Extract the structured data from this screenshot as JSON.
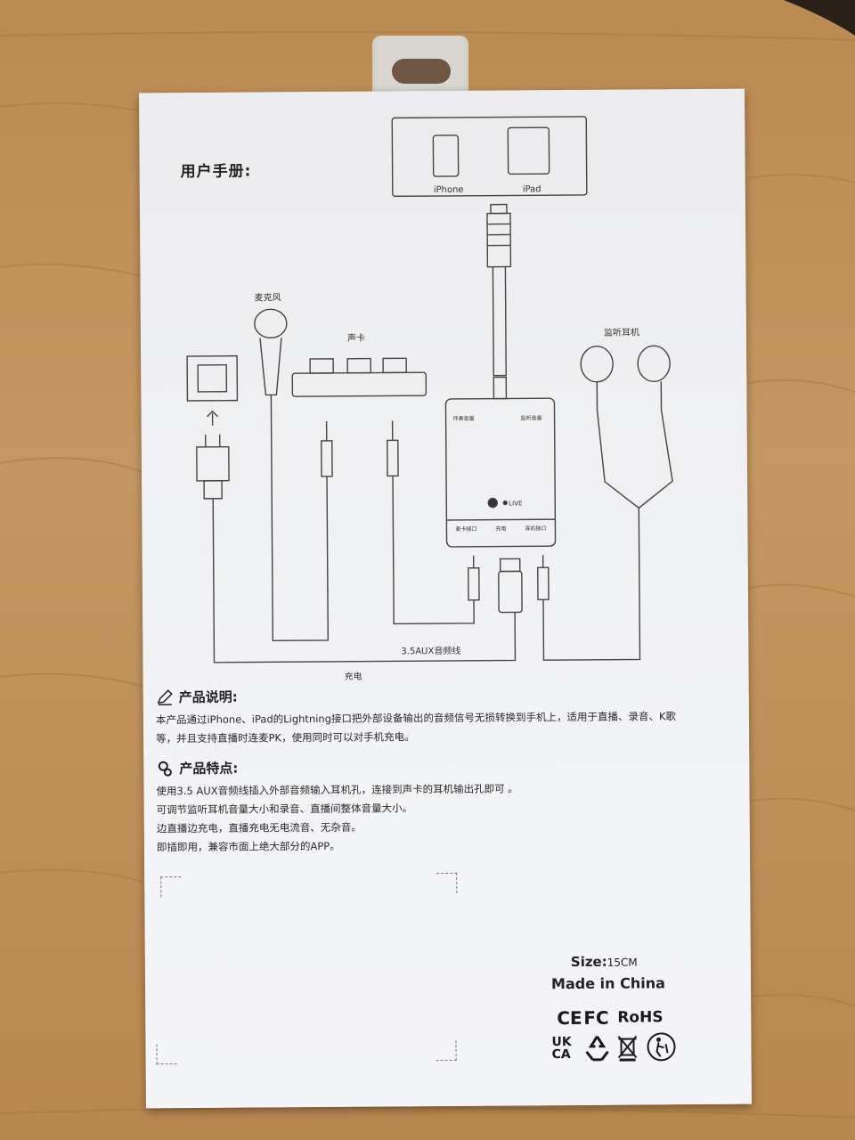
{
  "manual": {
    "title": "用户手册:"
  },
  "diagram": {
    "device_labels": [
      "iPhone",
      "iPad"
    ],
    "microphone_label": "麦克风",
    "sound_card_label": "声卡",
    "monitor_earphones_label": "监听耳机",
    "aux_cable_label": "3.5AUX音频线",
    "charging_label": "充电",
    "adapter_live_label": "LIVE",
    "adapter_left_knob_label": "伴奏音量",
    "adapter_right_knob_label": "监听音量",
    "adapter_ports": [
      "麦卡接口",
      "充电",
      "耳机接口"
    ]
  },
  "description": {
    "heading": "产品说明:",
    "text": "本产品通过iPhone、iPad的Lightning接口把外部设备输出的音频信号无损转换到手机上，适用于直播、录音、K歌等，并且支持直播时连麦PK，使用同时可以对手机充电。"
  },
  "features": {
    "heading": "产品特点:",
    "items": [
      "使用3.5 AUX音频线插入外部音频输入耳机孔，连接到声卡的耳机输出孔即可 。",
      "可调节监听耳机音量大小和录音、直播间整体音量大小。",
      "边直播边充电，直播充电无电流音、无杂音。",
      "即插即用，兼容市面上绝大部分的APP。"
    ]
  },
  "specs": {
    "size_label": "Size:",
    "size_value": "15CM",
    "made_in": "Made in China"
  },
  "certifications": {
    "ce": "CE",
    "fc": "FC",
    "rohs": "RoHS",
    "ukca_top": "UK",
    "ukca_bottom": "CA"
  }
}
